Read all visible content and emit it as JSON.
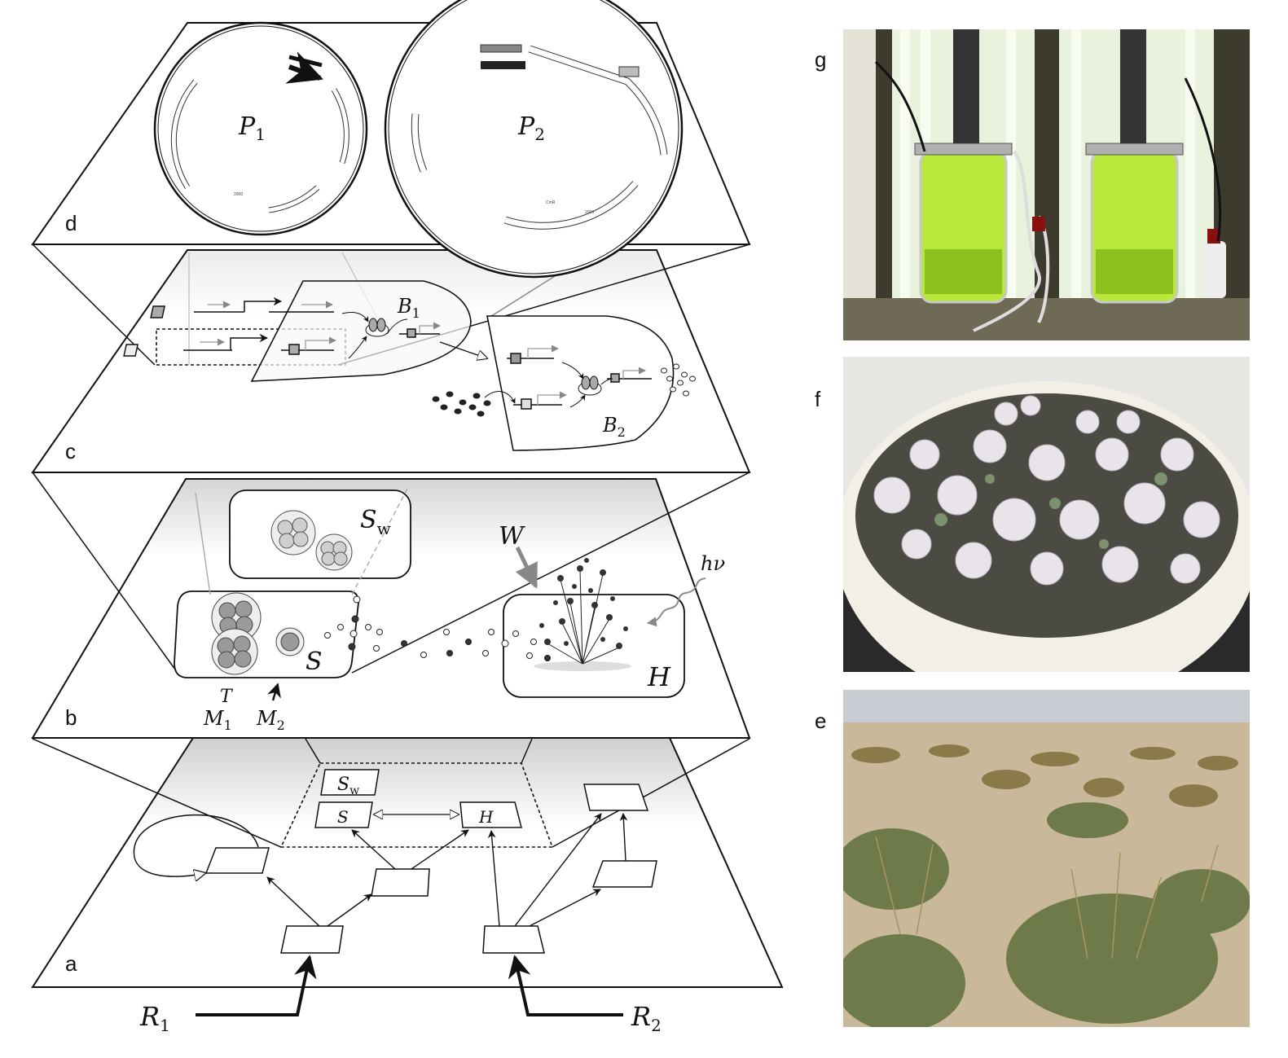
{
  "panels": {
    "a": "a",
    "b": "b",
    "c": "c",
    "d": "d",
    "e": "e",
    "f": "f",
    "g": "g"
  },
  "labels": {
    "P1": "P",
    "P1_sub": "1",
    "P2": "P",
    "P2_sub": "2",
    "B1": "B",
    "B1_sub": "1",
    "B2": "B",
    "B2_sub": "2",
    "Sw": "S",
    "Sw_sub": "w",
    "S": "S",
    "H": "H",
    "W": "W",
    "hv": "hν",
    "T": "T",
    "M1": "M",
    "M1_sub": "1",
    "M2": "M",
    "M2_sub": "2",
    "a_Sw": "S",
    "a_Sw_sub": "w",
    "a_S": "S",
    "a_H": "H",
    "R1": "R",
    "R1_sub": "1",
    "R2": "R",
    "R2_sub": "2"
  },
  "plasmid_text": {
    "p1_ticks": [
      "2000"
    ],
    "p2_ticks": [
      "CmR",
      "2000"
    ]
  },
  "colors": {
    "ink": "#111111",
    "gray_arrow": "#8a8a8a",
    "shadow": "#d6d6d6",
    "culture": "#b7e83a",
    "soil": "#4b4b44",
    "crust": "#e9e3ea",
    "grass": "#8a7a4a"
  }
}
